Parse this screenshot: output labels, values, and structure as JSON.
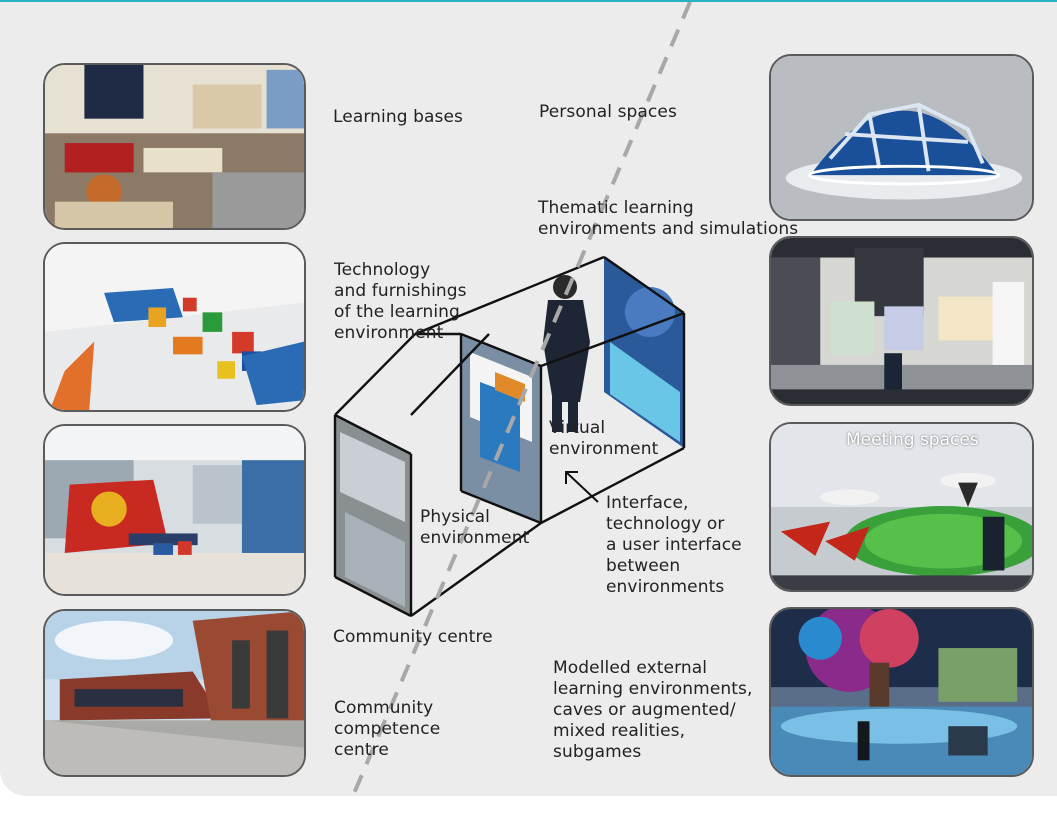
{
  "labels": {
    "learning_bases": "Learning bases",
    "personal_spaces": "Personal spaces",
    "thematic": "Thematic learning\nenvironments and simulations",
    "technology": "Technology\nand furnishings\nof the learning\nenvironment",
    "virtual": "Virtual\nenvironment",
    "interface": "Interface,\ntechnology or\na user interface\nbetween\nenvironments",
    "physical": "Physical\nenvironment",
    "meeting_spaces": "Meeting spaces",
    "community_centre": "Community centre",
    "modelled": "Modelled external\nlearning environments,\ncaves or augmented/\nmixed realities,\nsubgames",
    "competence": "Community\ncompetence\ncentre"
  },
  "colors": {
    "accent_border": "#27b3c7",
    "panel_background": "#ececec",
    "photo_frame": "#5a5a5a",
    "divider": "#a8a8a8"
  },
  "photos_left": [
    {
      "name": "classroom-photo"
    },
    {
      "name": "playroom-photo"
    },
    {
      "name": "school-hall-photo"
    },
    {
      "name": "school-building-photo"
    }
  ],
  "photos_right": [
    {
      "name": "virtual-dome-photo"
    },
    {
      "name": "virtual-gallery-photo"
    },
    {
      "name": "virtual-meeting-photo"
    },
    {
      "name": "virtual-tree-photo"
    }
  ]
}
